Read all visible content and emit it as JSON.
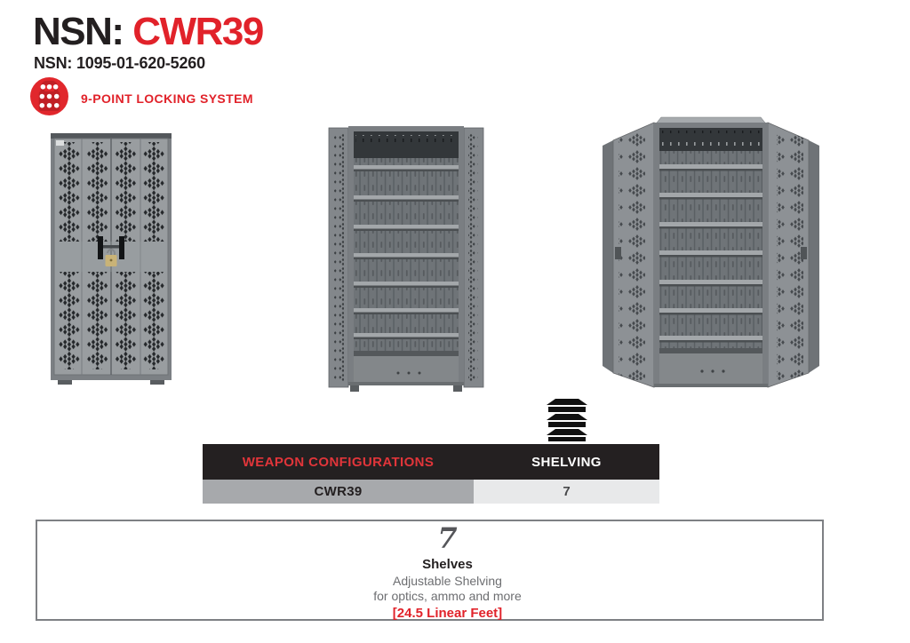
{
  "colors": {
    "brand_red": "#e1222a",
    "ink_black": "#231f20",
    "table_header_bg": "#242021",
    "table_header_red_text": "#e1353a",
    "table_header_white_text": "#ffffff",
    "model_row_bg": "#a7a9ac",
    "value_cell_bg": "#e8e9ea",
    "cabinet_gray": "#8e9295",
    "muted_gray": "#6d6e71"
  },
  "header": {
    "title_prefix": "NSN:",
    "title_model": " CWR39",
    "nsn_full": "NSN: 1095-01-620-5260",
    "locking_label": "9-POINT LOCKING SYSTEM"
  },
  "icons": {
    "locking_icon": "red circle padlock with 9 dots",
    "shelving_icon": "stack of three shelves"
  },
  "spec_table": {
    "col_config_label": "WEAPON CONFIGURATIONS",
    "col_shelving_label": "SHELVING",
    "rows": [
      {
        "model": "CWR39",
        "shelving": "7"
      }
    ]
  },
  "info_box": {
    "shelf_count": "7",
    "title": "Shelves",
    "desc_line1": "Adjustable Shelving",
    "desc_line2": "for optics, ammo and more",
    "capacity": "[24.5 Linear Feet]"
  }
}
